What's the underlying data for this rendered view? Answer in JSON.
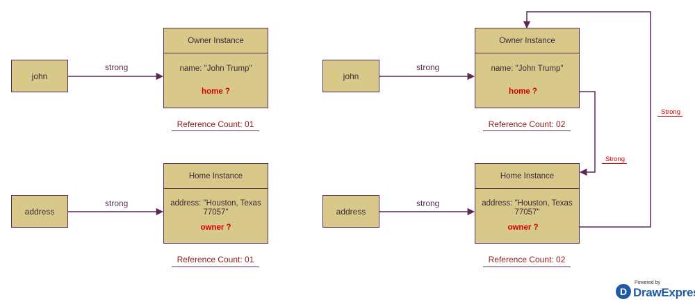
{
  "left": {
    "var1": "john",
    "var2": "address",
    "edge1": "strong",
    "edge2": "strong",
    "owner": {
      "title": "Owner Instance",
      "prop": "name: \"John Trump\"",
      "ref": "home ?"
    },
    "home": {
      "title": "Home Instance",
      "prop_line1": "address: \"Houston, Texas",
      "prop_line2": "77057\"",
      "ref": "owner ?"
    },
    "rc1": "Reference Count: 01",
    "rc2": "Reference Count: 01"
  },
  "right": {
    "var1": "john",
    "var2": "address",
    "edge1": "strong",
    "edge2": "strong",
    "owner": {
      "title": "Owner Instance",
      "prop": "name: \"John Trump\"",
      "ref": "home ?"
    },
    "home": {
      "title": "Home Instance",
      "prop_line1": "address: \"Houston, Texas",
      "prop_line2": "77057\"",
      "ref": "owner ?"
    },
    "rc1": "Reference Count: 02",
    "rc2": "Reference Count: 02",
    "strong_home_to_home": "Strong",
    "strong_owner_to_owner": "Strong"
  },
  "logo": {
    "powered": "Powered by",
    "brand": "DrawExpress",
    "badge": "D"
  },
  "colors": {
    "box_fill": "#d8c98a",
    "border": "#5a2a55",
    "ref_red": "#d10000",
    "rc_text": "#8b1a1a"
  }
}
